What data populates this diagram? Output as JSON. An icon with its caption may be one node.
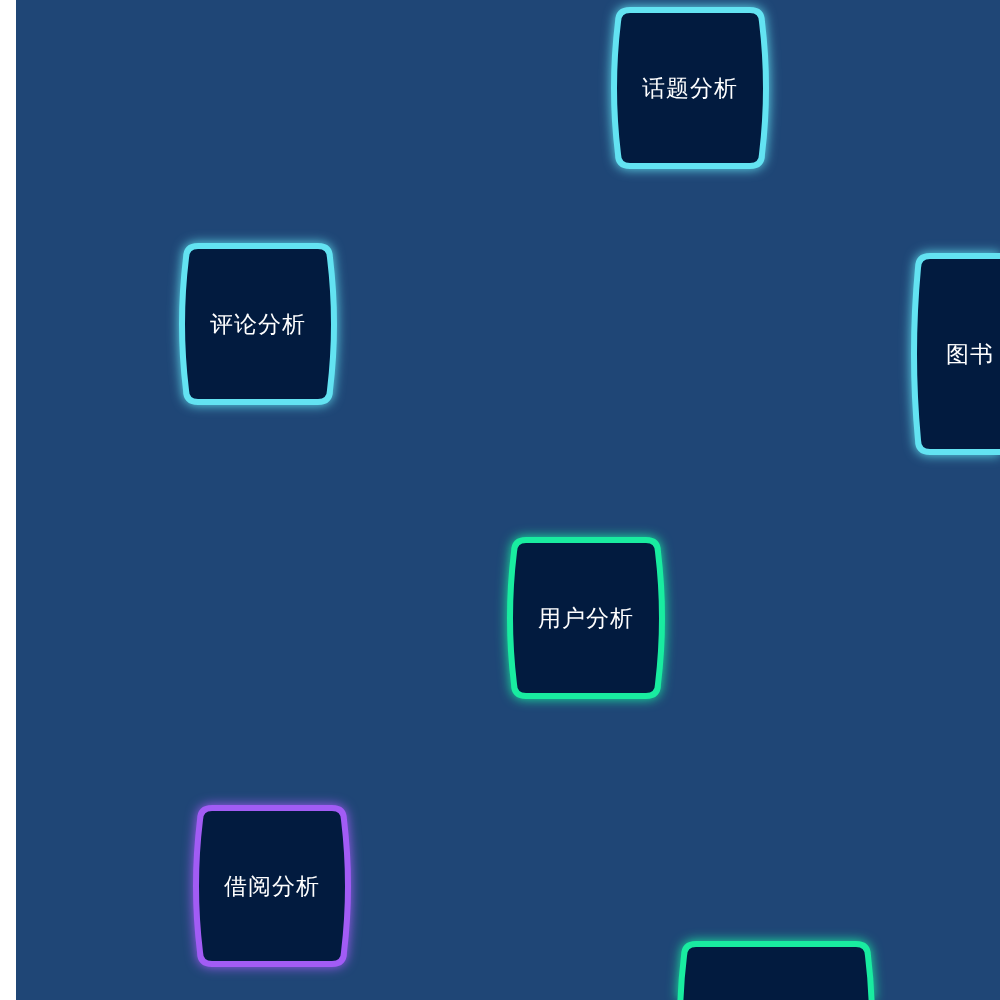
{
  "diagram": {
    "nodes": [
      {
        "text": [
          "话题分析"
        ]
      },
      {
        "text": [
          "评论分析"
        ]
      },
      {
        "text": [
          "图书"
        ]
      },
      {
        "text": [
          "用户分析"
        ]
      },
      {
        "text": [
          "借阅分析"
        ]
      },
      {
        "text": [],
        "shape": "box"
      }
    ]
  }
}
